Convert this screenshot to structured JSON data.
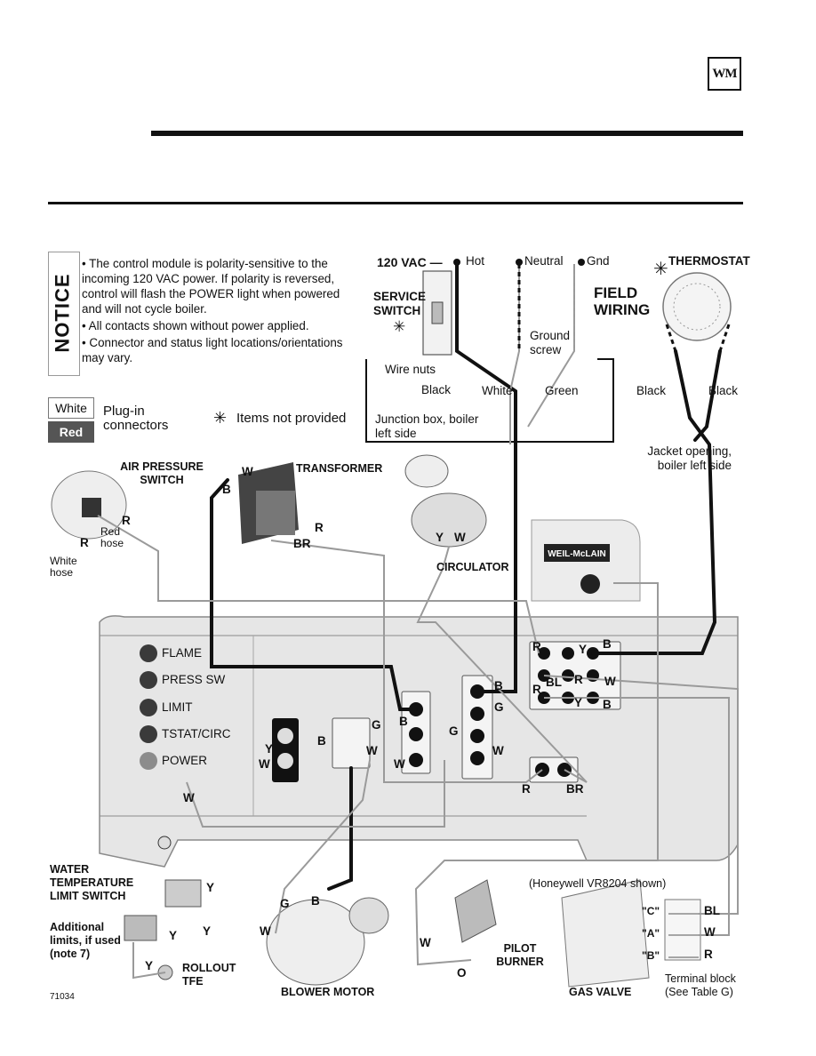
{
  "header": {
    "logo_text": "WM",
    "rule_color": "#111111"
  },
  "notice": {
    "title": "NOTICE",
    "bullets": [
      "• The control module is polarity-sensitive to the incoming 120 VAC power. If polarity is reversed, control will flash the POWER light when powered and will not cycle boiler.",
      "• All contacts shown without power applied.",
      "• Connector and status light locations/orientations may vary."
    ]
  },
  "legend": {
    "white": "White",
    "red": "Red",
    "plugin": "Plug-in connectors",
    "items_not_provided": "Items not provided"
  },
  "power": {
    "vac": "120 VAC —",
    "hot": "Hot",
    "neutral": "Neutral",
    "gnd": "Gnd",
    "service_switch": "SERVICE SWITCH",
    "wire_nuts": "Wire nuts",
    "ground_screw": "Ground screw",
    "black": "Black",
    "white": "White",
    "green": "Green",
    "junction_box": "Junction box, boiler left side"
  },
  "field": {
    "thermostat": "THERMOSTAT",
    "field_wiring": "FIELD WIRING",
    "black_1": "Black",
    "black_2": "Black",
    "jacket_opening": "Jacket opening, boiler left side"
  },
  "components": {
    "air_pressure_switch": "AIR PRESSURE SWITCH",
    "red_hose": "Red hose",
    "white_hose": "White hose",
    "transformer": "TRANSFORMER",
    "circulator": "CIRCULATOR",
    "control_brand": "WEIL-McLAIN",
    "water_temp_switch": "WATER TEMPERATURE LIMIT SWITCH",
    "additional_limits": "Additional limits, if used (note 7)",
    "rollout": "ROLLOUT TFE",
    "blower_motor": "BLOWER MOTOR",
    "pilot_burner": "PILOT BURNER",
    "honeywell": "(Honeywell VR8204 shown)",
    "gas_valve": "GAS VALVE",
    "terminal_block": "Terminal block (See Table G)",
    "terminal_c": "\"C\"",
    "terminal_a": "\"A\"",
    "terminal_b": "\"B\"",
    "figure_number": "71034"
  },
  "status_lights": [
    "FLAME",
    "PRESS SW",
    "LIMIT",
    "TSTAT/CIRC",
    "POWER"
  ],
  "wire_codes": {
    "W": "W",
    "B": "B",
    "R": "R",
    "BR": "BR",
    "Y": "Y",
    "G": "G",
    "BL": "BL",
    "O": "O"
  },
  "colors": {
    "panel": "#e6e6e6",
    "panel_edge": "#8a8a8a",
    "wire_black": "#111111",
    "wire_grey": "#9a9a9a",
    "power_light": "#8c8c8c",
    "status_light": "#3a3a3a"
  }
}
